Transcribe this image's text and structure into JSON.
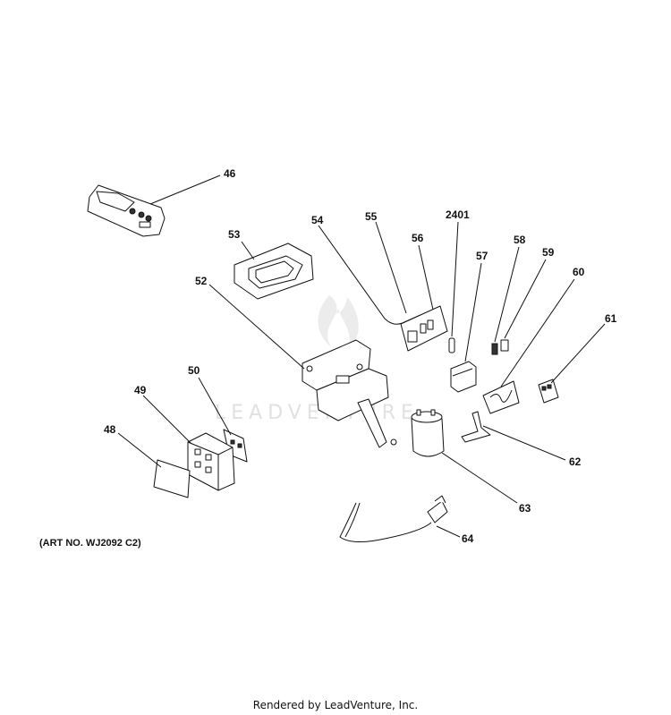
{
  "art_number": "(ART NO. WJ2092 C2)",
  "footer": "Rendered by LeadVenture, Inc.",
  "watermark_text": "LEADVENTURE",
  "callouts": {
    "p46": "46",
    "p53": "53",
    "p54": "54",
    "p55": "55",
    "p2401": "2401",
    "p56": "56",
    "p57": "57",
    "p58": "58",
    "p59": "59",
    "p60": "60",
    "p61": "61",
    "p52": "52",
    "p50": "50",
    "p49": "49",
    "p48": "48",
    "p62": "62",
    "p63": "63",
    "p64": "64"
  }
}
